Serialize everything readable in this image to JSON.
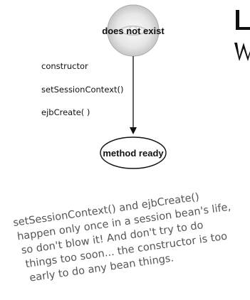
{
  "states": {
    "initial": "does not exist",
    "final": "method ready"
  },
  "transition_methods": [
    "constructor",
    "setSessionContext()",
    "ejbCreate( )"
  ],
  "note": {
    "lines": [
      "setSessionContext() and ejbCreate()",
      "happen only once in a session bean's life,",
      "so don't blow it! And don't try to do",
      "things too soon... the constructor is too",
      "early to do any bean things."
    ]
  },
  "colors": {
    "ink": "#111111",
    "note_ink": "#555555",
    "bubble_fill": "#e4e4e4"
  }
}
